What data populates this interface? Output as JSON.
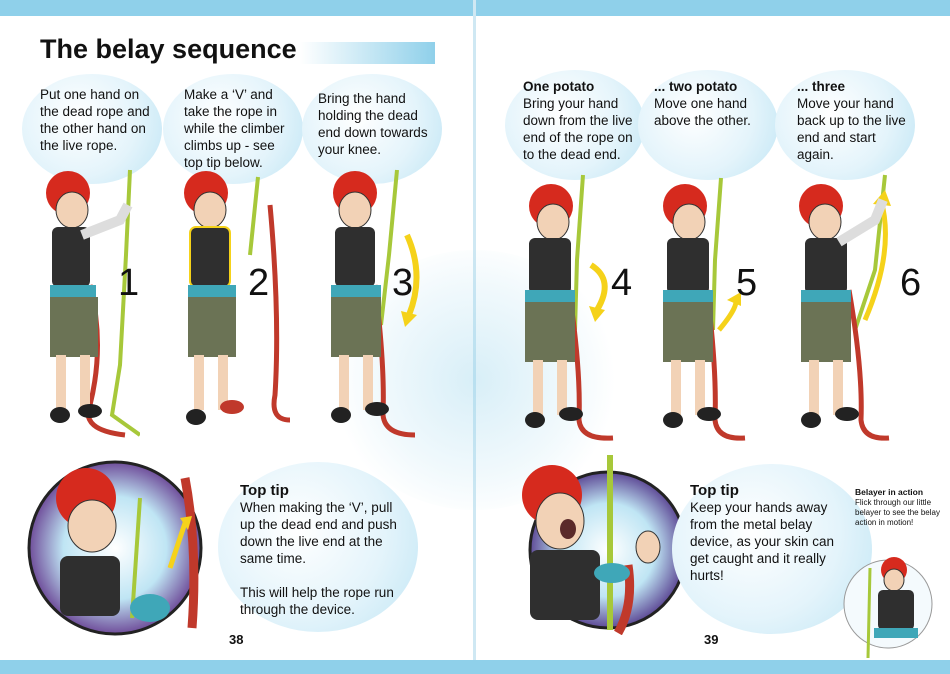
{
  "left_page": {
    "title": "The belay sequence",
    "steps": [
      {
        "number": "1",
        "text": "Put one hand on the dead rope and the other hand on the live rope."
      },
      {
        "number": "2",
        "text": "Make a ‘V’ and take the rope in while the climber climbs up - see top tip below."
      },
      {
        "number": "3",
        "text": "Bring  the hand holding the dead end down towards your knee."
      }
    ],
    "tip": {
      "heading": "Top tip",
      "text1": "When making the ‘V’, pull up the dead end and push down the live end at the same time.",
      "text2": "This will help the rope run through the device."
    },
    "page_number": "38"
  },
  "right_page": {
    "steps": [
      {
        "number": "4",
        "heading": "One potato",
        "text": "Bring your hand down from the live end of the rope on to the dead end."
      },
      {
        "number": "5",
        "heading": "... two potato",
        "text": "Move one hand above the other."
      },
      {
        "number": "6",
        "heading": "... three",
        "text": "Move your hand back up to the live end and start again."
      }
    ],
    "tip": {
      "heading": "Top tip",
      "text": "Keep your hands away from the metal belay device, as your skin can get caught and it really hurts!"
    },
    "flipbook": {
      "heading": "Belayer in action",
      "text": "Flick through our little belayer to see the belay action in motion!"
    },
    "page_number": "39"
  },
  "colors": {
    "accent": "#8fd0ea",
    "helmet": "#d62a1e",
    "vest": "#2f2f2f",
    "shorts": "#6b7355",
    "rope_live": "#a7c83a",
    "rope_dead": "#c0392b",
    "arrow": "#f5d21a"
  }
}
